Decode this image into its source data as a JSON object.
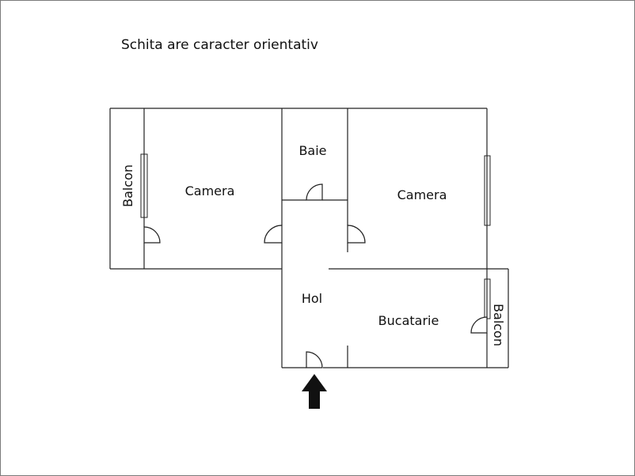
{
  "note": "Schita are caracter orientativ",
  "rooms": {
    "camera_left": "Camera",
    "baie": "Baie",
    "camera_right": "Camera",
    "hol": "Hol",
    "bucatarie": "Bucatarie",
    "balcon_left": "Balcon",
    "balcon_right": "Balcon"
  },
  "colors": {
    "line": "#222222",
    "arrow": "#111111",
    "background": "#ffffff"
  },
  "icons": {
    "entrance": "entrance-arrow-icon"
  }
}
